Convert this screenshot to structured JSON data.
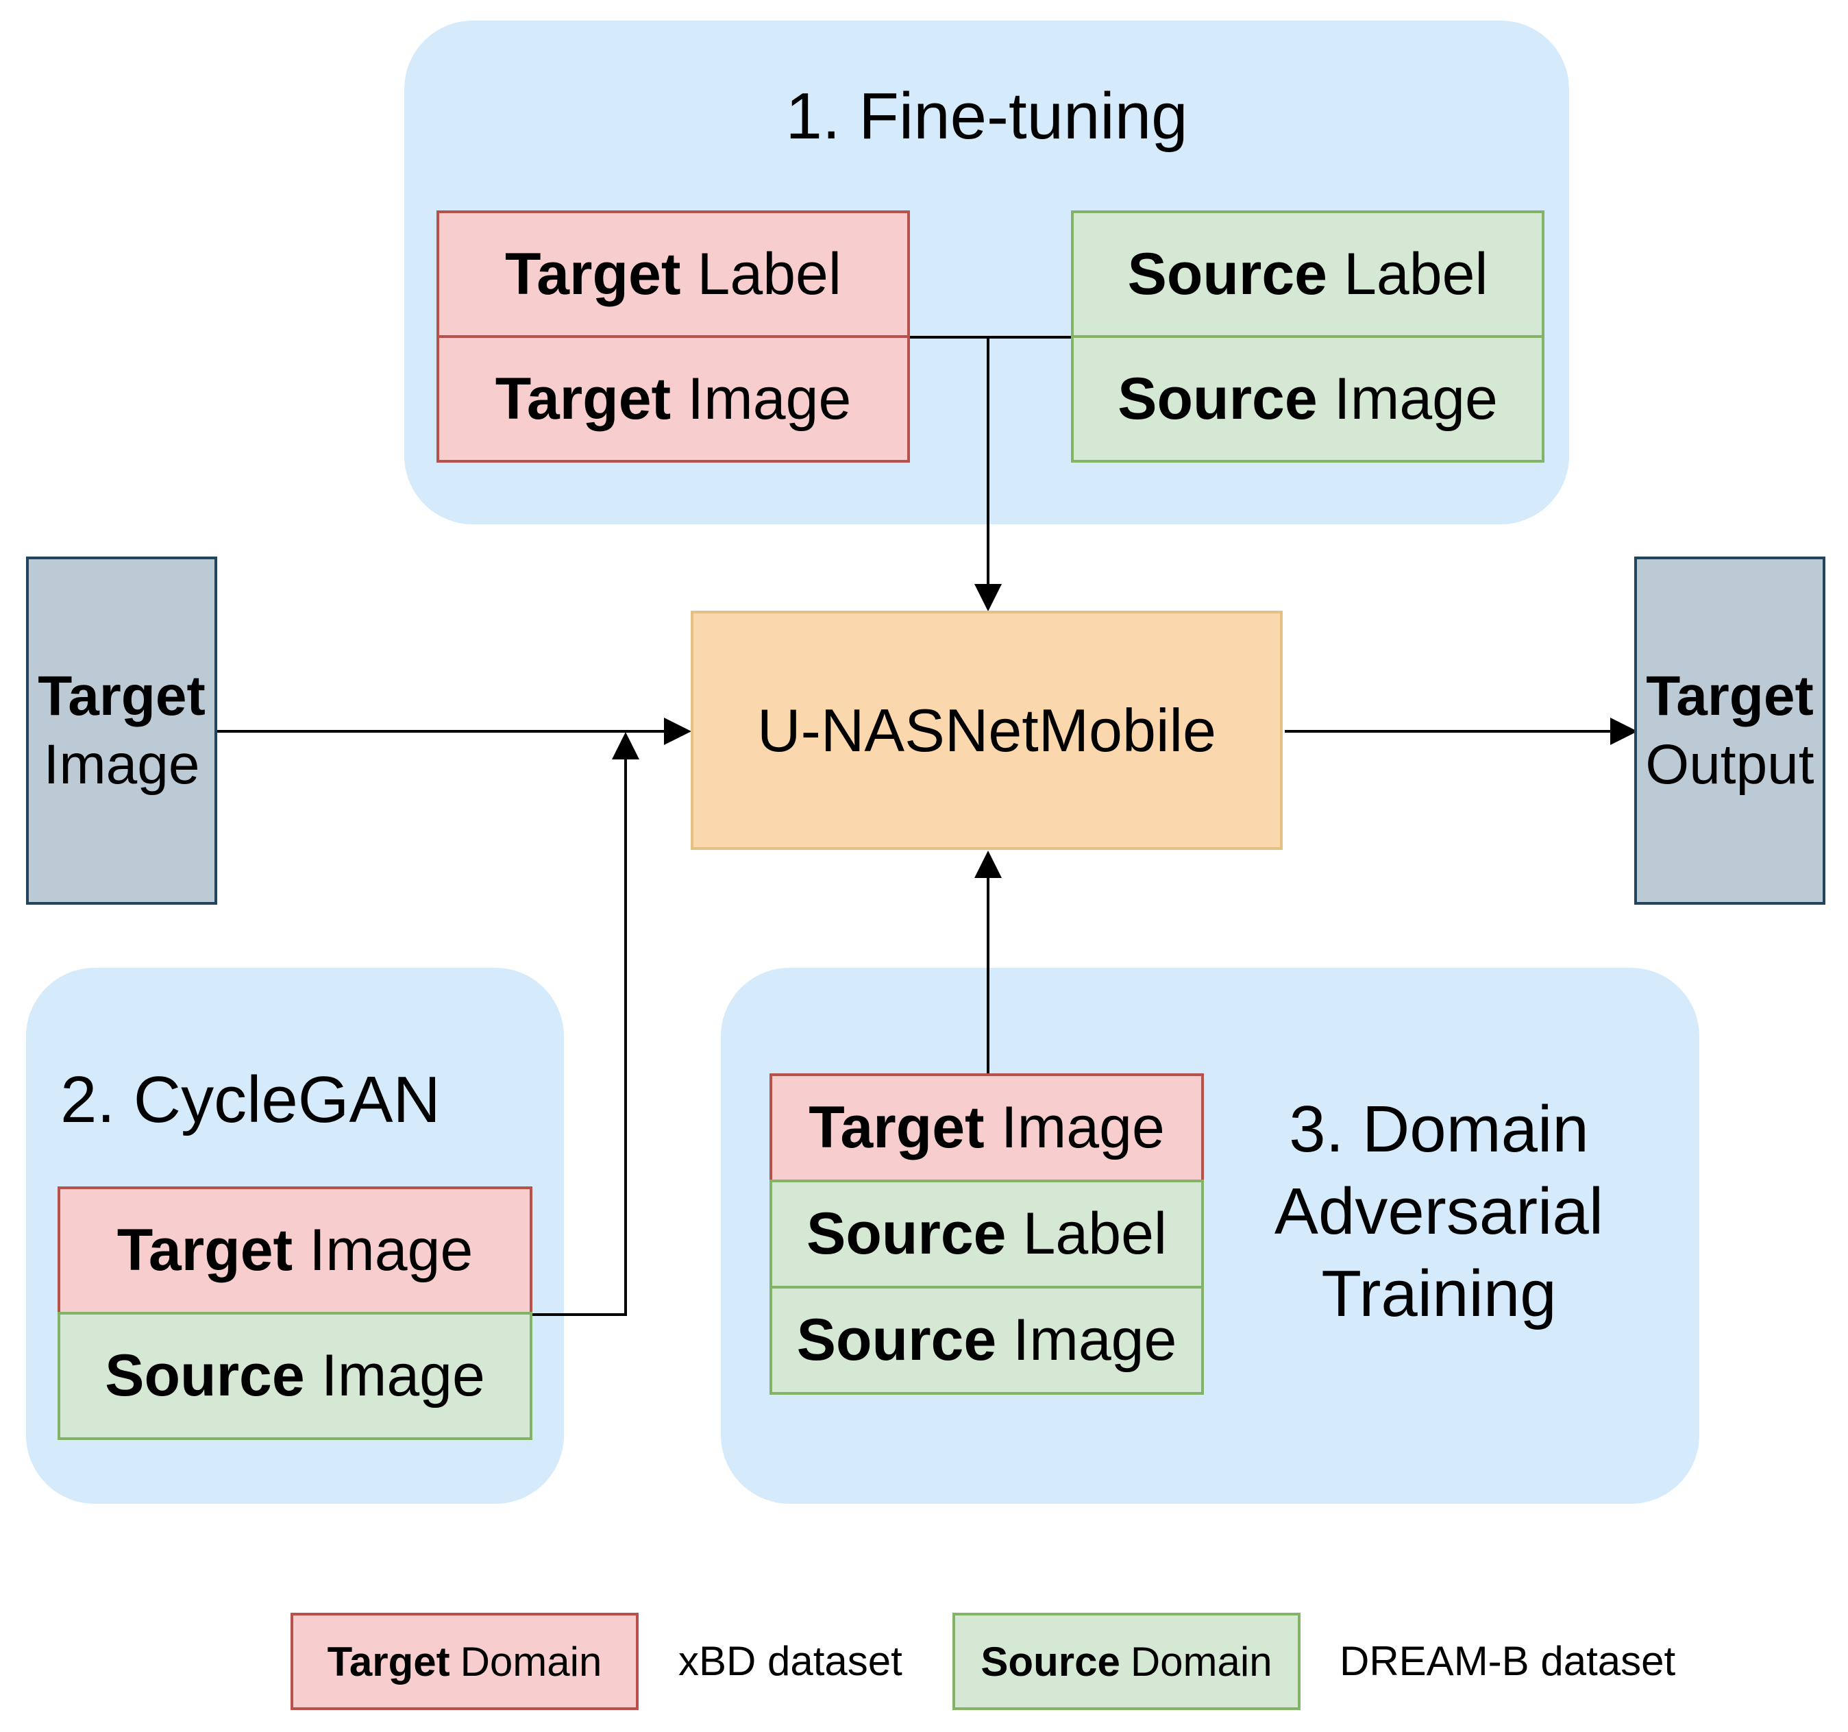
{
  "fine_tuning": {
    "title": "1. Fine-tuning",
    "target_label": {
      "bold": "Target",
      "rest": "Label"
    },
    "target_image": {
      "bold": "Target",
      "rest": "Image"
    },
    "source_label": {
      "bold": "Source",
      "rest": "Label"
    },
    "source_image": {
      "bold": "Source",
      "rest": "Image"
    }
  },
  "input": {
    "bold": "Target",
    "rest": "Image"
  },
  "model": {
    "label": "U-NASNetMobile"
  },
  "output": {
    "bold": "Target",
    "rest": "Output"
  },
  "cyclegan": {
    "title": "2. CycleGAN",
    "target_image": {
      "bold": "Target",
      "rest": "Image"
    },
    "source_image": {
      "bold": "Source",
      "rest": "Image"
    }
  },
  "domain_adversarial": {
    "title_lines": [
      "3. Domain",
      "Adversarial",
      "Training"
    ],
    "target_image": {
      "bold": "Target",
      "rest": "Image"
    },
    "source_label": {
      "bold": "Source",
      "rest": "Label"
    },
    "source_image": {
      "bold": "Source",
      "rest": "Image"
    }
  },
  "legend": {
    "target": {
      "bold": "Target",
      "rest": "Domain",
      "dataset": "xBD dataset"
    },
    "source": {
      "bold": "Source",
      "rest": "Domain",
      "dataset": "DREAM-B dataset"
    }
  },
  "colors": {
    "group_bg": "#d5ebfc",
    "target_fill": "#f7cecd",
    "target_stroke": "#b8504b",
    "source_fill": "#d5e8d4",
    "source_stroke": "#82b366",
    "model_fill": "#fad7ac",
    "io_fill": "#bccad6"
  }
}
